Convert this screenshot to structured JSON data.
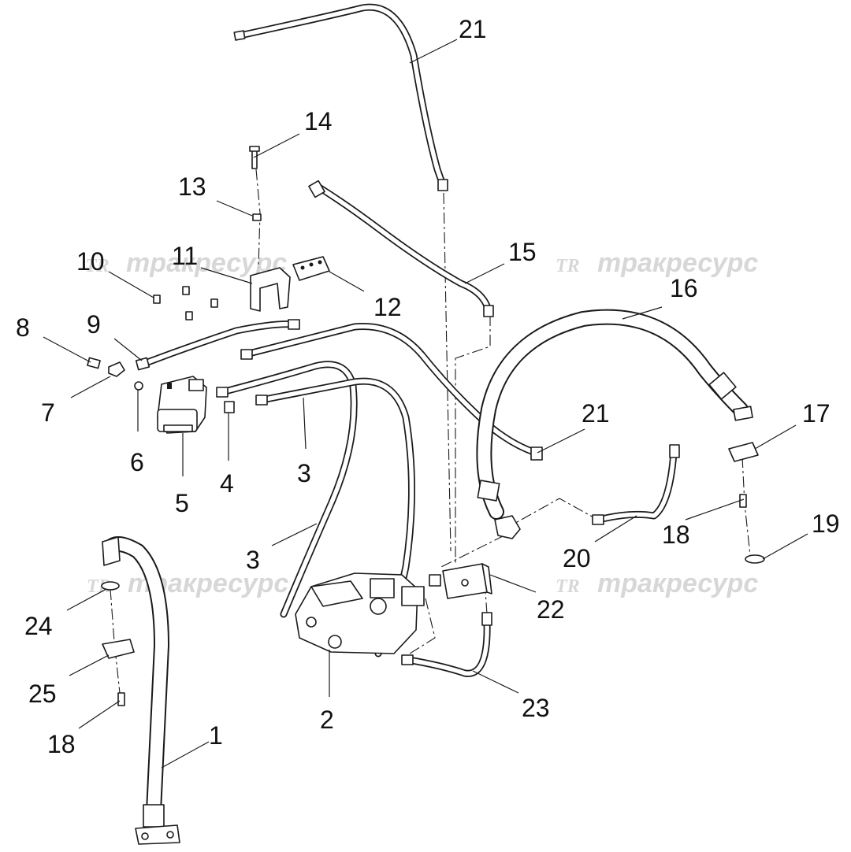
{
  "watermark": {
    "logo": "TR",
    "text": "тракресурс"
  },
  "callouts": [
    "1",
    "2",
    "3",
    "3",
    "4",
    "5",
    "6",
    "7",
    "8",
    "9",
    "10",
    "11",
    "12",
    "13",
    "14",
    "15",
    "16",
    "17",
    "18",
    "18",
    "19",
    "20",
    "21",
    "21",
    "22",
    "23",
    "24",
    "25"
  ]
}
